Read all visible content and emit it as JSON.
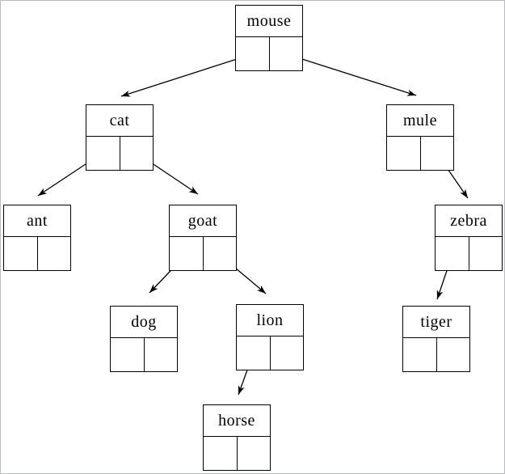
{
  "diagram": {
    "kind": "binary-search-tree",
    "nodes": {
      "mouse": {
        "label": "mouse",
        "left_child": "cat",
        "right_child": "mule"
      },
      "cat": {
        "label": "cat",
        "left_child": "ant",
        "right_child": "goat"
      },
      "mule": {
        "label": "mule",
        "left_child": null,
        "right_child": "zebra"
      },
      "ant": {
        "label": "ant",
        "left_child": null,
        "right_child": null
      },
      "goat": {
        "label": "goat",
        "left_child": "dog",
        "right_child": "lion"
      },
      "zebra": {
        "label": "zebra",
        "left_child": "tiger",
        "right_child": null
      },
      "dog": {
        "label": "dog",
        "left_child": null,
        "right_child": null
      },
      "lion": {
        "label": "lion",
        "left_child": "horse",
        "right_child": null
      },
      "tiger": {
        "label": "tiger",
        "left_child": null,
        "right_child": null
      },
      "horse": {
        "label": "horse",
        "left_child": null,
        "right_child": null
      }
    },
    "edges": [
      {
        "from": "mouse",
        "pointer": "left",
        "to": "cat"
      },
      {
        "from": "mouse",
        "pointer": "right",
        "to": "mule"
      },
      {
        "from": "cat",
        "pointer": "left",
        "to": "ant"
      },
      {
        "from": "cat",
        "pointer": "right",
        "to": "goat"
      },
      {
        "from": "goat",
        "pointer": "left",
        "to": "dog"
      },
      {
        "from": "goat",
        "pointer": "right",
        "to": "lion"
      },
      {
        "from": "mule",
        "pointer": "right",
        "to": "zebra"
      },
      {
        "from": "zebra",
        "pointer": "left",
        "to": "tiger"
      },
      {
        "from": "lion",
        "pointer": "left",
        "to": "horse"
      }
    ],
    "colors": {
      "line": "#000000",
      "text": "#000000",
      "background": "#ffffff",
      "frame": "#b9bcbe"
    }
  }
}
